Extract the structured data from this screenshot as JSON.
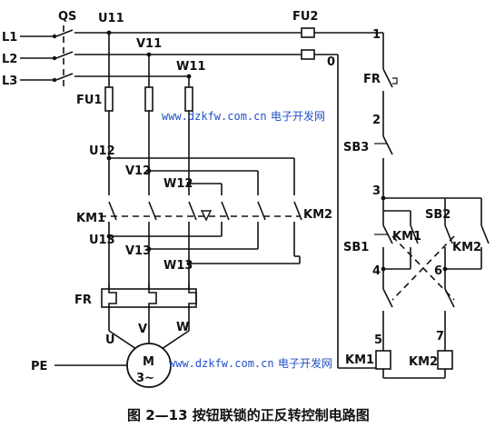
{
  "labels": {
    "qs": "QS",
    "l1": "L1",
    "l2": "L2",
    "l3": "L3",
    "u11": "U11",
    "v11": "V11",
    "w11": "W11",
    "fu1": "FU1",
    "fu2": "FU2",
    "u12": "U12",
    "v12": "V12",
    "w12": "W12",
    "km1": "KM1",
    "km2": "KM2",
    "u13": "U13",
    "v13": "V13",
    "w13": "W13",
    "fr": "FR",
    "u": "U",
    "v": "V",
    "w": "W",
    "motor_m": "M",
    "motor_3": "3~",
    "pe": "PE",
    "node1": "1",
    "node0": "0",
    "node2": "2",
    "node3": "3",
    "node4": "4",
    "node5": "5",
    "node6": "6",
    "node7": "7",
    "fr_ctrl": "FR",
    "sb3": "SB3",
    "sb2": "SB2",
    "sb1": "SB1",
    "km1_c": "KM1",
    "km2_c": "KM2",
    "km1_coil": "KM1",
    "km2_coil": "KM2"
  },
  "watermark": {
    "url": "www.dzkfw.com.cn",
    "site": "电子开发网"
  },
  "caption": "图 2—13   按钮联锁的正反转控制电路图"
}
